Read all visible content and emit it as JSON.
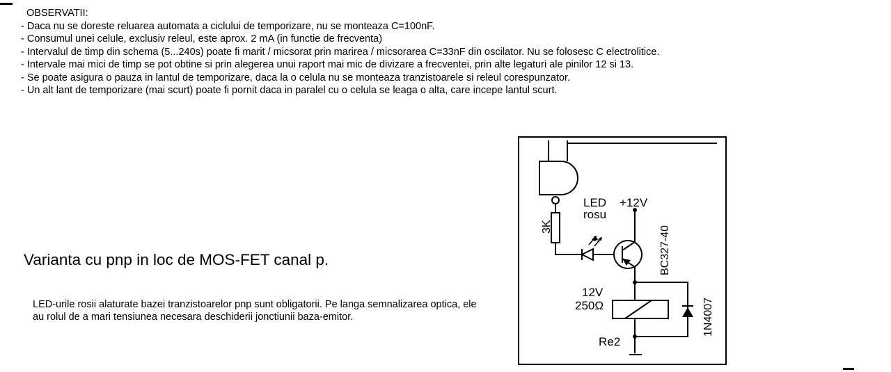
{
  "observations": {
    "title": "OBSERVATII:",
    "items": [
      "- Daca nu se doreste reluarea automata a ciclului de temporizare, nu se monteaza C=100nF.",
      "- Consumul unei celule, exclusiv releul, este aprox. 2 mA (in functie de frecventa)",
      "- Intervalul de timp din schema (5...240s) poate fi marit / micsorat prin marirea / micsorarea C=33nF din oscilator. Nu se folosesc C electrolitice.",
      "- Intervale mai mici de timp se pot obtine si prin alegerea unui raport mai mic de divizare a frecventei, prin alte legaturi ale pinilor 12 si 13.",
      "- Se poate asigura o pauza in lantul de temporizare, daca la o celula nu se monteaza tranzistoarele si releul corespunzator.",
      "- Un alt lant de temporizare (mai scurt) poate fi pornit daca in paralel cu o celula se leaga o alta, care incepe lantul scurt."
    ]
  },
  "variant": {
    "heading": "Varianta cu pnp in loc de MOS-FET canal p.",
    "description": "LED-urile rosii alaturate bazei tranzistoarelor pnp sunt obligatorii. Pe langa semnalizarea optica, ele au rolul de a mari tensiunea necesara deschiderii jonctiunii baza-emitor."
  },
  "schematic": {
    "resistor_label": "3K",
    "led_label_1": "LED",
    "led_label_2": "rosu",
    "supply_label": "+12V",
    "transistor_label": "BC327-40",
    "relay_voltage": "12V",
    "relay_resistance": "250Ω",
    "relay_name": "Re2",
    "diode_label": "1N4007"
  }
}
